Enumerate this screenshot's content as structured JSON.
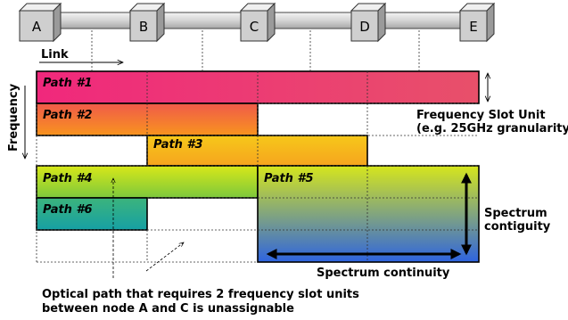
{
  "nodes": [
    "A",
    "B",
    "C",
    "D",
    "E"
  ],
  "link_label": "Link",
  "frequency_label": "Frequency",
  "paths": [
    {
      "label": "Path #1",
      "colors": [
        "#f0287c",
        "#e8506a"
      ]
    },
    {
      "label": "Path #2",
      "colors": [
        "#f05a4a",
        "#f8941e"
      ]
    },
    {
      "label": "Path #3",
      "colors": [
        "#f6c81a",
        "#f6a41e"
      ]
    },
    {
      "label": "Path #4",
      "colors": [
        "#d8e818",
        "#7cc83c"
      ]
    },
    {
      "label": "Path #5",
      "colors": [
        "#d6e61c",
        "#2e64e0"
      ]
    },
    {
      "label": "Path #6",
      "colors": [
        "#3cb47c",
        "#16a0a4"
      ]
    }
  ],
  "annotations": {
    "slot_unit_line1": "Frequency Slot Unit",
    "slot_unit_line2": "(e.g. 25GHz granularity)",
    "contiguity_line1": "Spectrum",
    "contiguity_line2": "contiguity",
    "continuity": "Spectrum continuity",
    "note_line1": "Optical path that requires 2 frequency slot units",
    "note_line2": "between node A and C is unassignable"
  }
}
